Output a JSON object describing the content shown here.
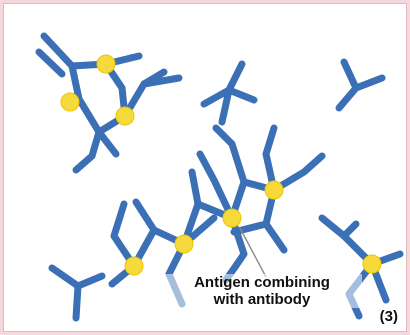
{
  "figure": {
    "label_line1": "Antigen combining",
    "label_line2": "with antibody",
    "figure_number": "(3)"
  },
  "colors": {
    "antibody": "#3b6fb6",
    "antigen": "#f6d93b",
    "frame_border": "#f4d8dc"
  }
}
